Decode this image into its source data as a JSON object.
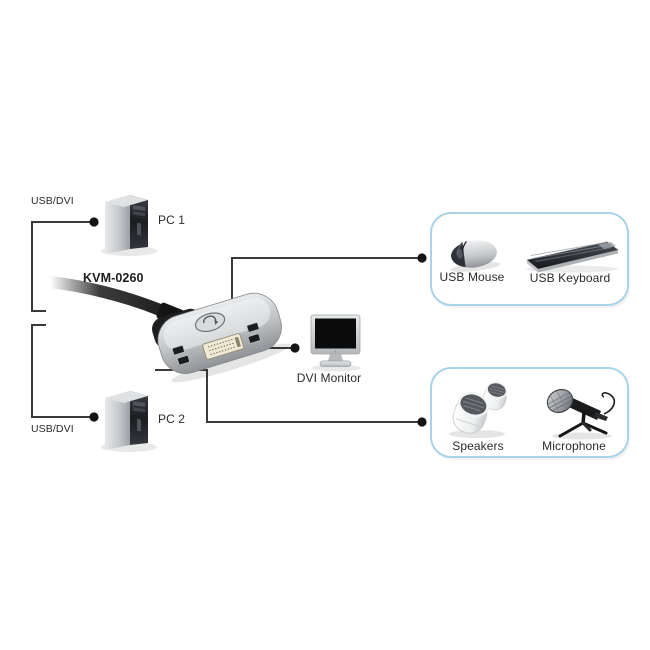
{
  "diagram": {
    "device_title": "KVM-0260",
    "labels": {
      "usb_dvi_top": "USB/DVI",
      "pc1": "PC 1",
      "kvm": "KVM-0260",
      "monitor": "DVI Monitor",
      "pc2": "PC 2",
      "usb_dvi_bottom": "USB/DVI",
      "mouse": "USB Mouse",
      "keyboard": "USB Keyboard",
      "speakers": "Speakers",
      "microphone": "Microphone"
    },
    "connections": [
      {
        "from": "PC 1",
        "to": "KVM-0260",
        "via": "USB/DVI"
      },
      {
        "from": "PC 2",
        "to": "KVM-0260",
        "via": "USB/DVI"
      },
      {
        "from": "KVM-0260",
        "to": "DVI Monitor"
      },
      {
        "from": "KVM-0260",
        "to": "USB Mouse / USB Keyboard"
      },
      {
        "from": "KVM-0260",
        "to": "Speakers / Microphone"
      }
    ],
    "colors": {
      "background": "#ffffff",
      "line": "#3a3a3a",
      "dot": "#141414",
      "box_border": "#a8d3e8",
      "text": "#2b2b2b"
    }
  }
}
